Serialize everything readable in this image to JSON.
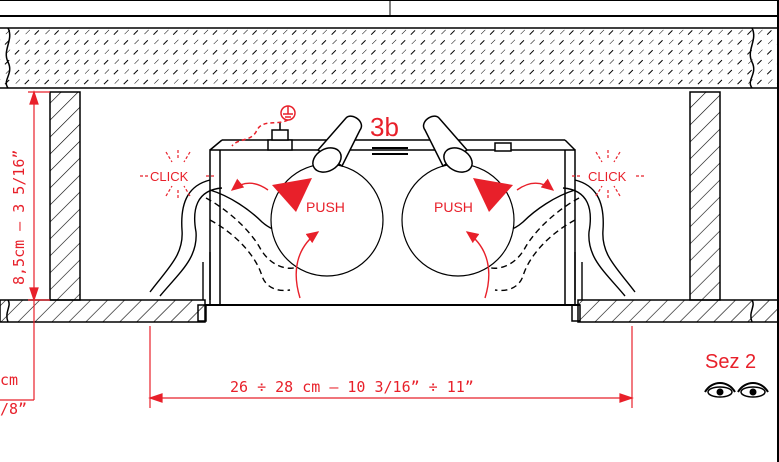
{
  "step_label": "3b",
  "push_left": "PUSH",
  "push_right": "PUSH",
  "click_left": "CLICK",
  "click_right": "CLICK",
  "height_dimension": "8,5cm – 3 5/16”",
  "width_dimension": "26 ÷ 28 cm – 10 3/16” ÷ 11”",
  "cut_text_line1": "cm",
  "cut_text_line2": "/8”",
  "section_label": "Sez 2",
  "colors": {
    "accent": "#e8202a",
    "line": "#000000",
    "hatch": "#000000"
  },
  "icons": [
    "ground-symbol-icon",
    "finger-press-icon",
    "eye-icon"
  ]
}
